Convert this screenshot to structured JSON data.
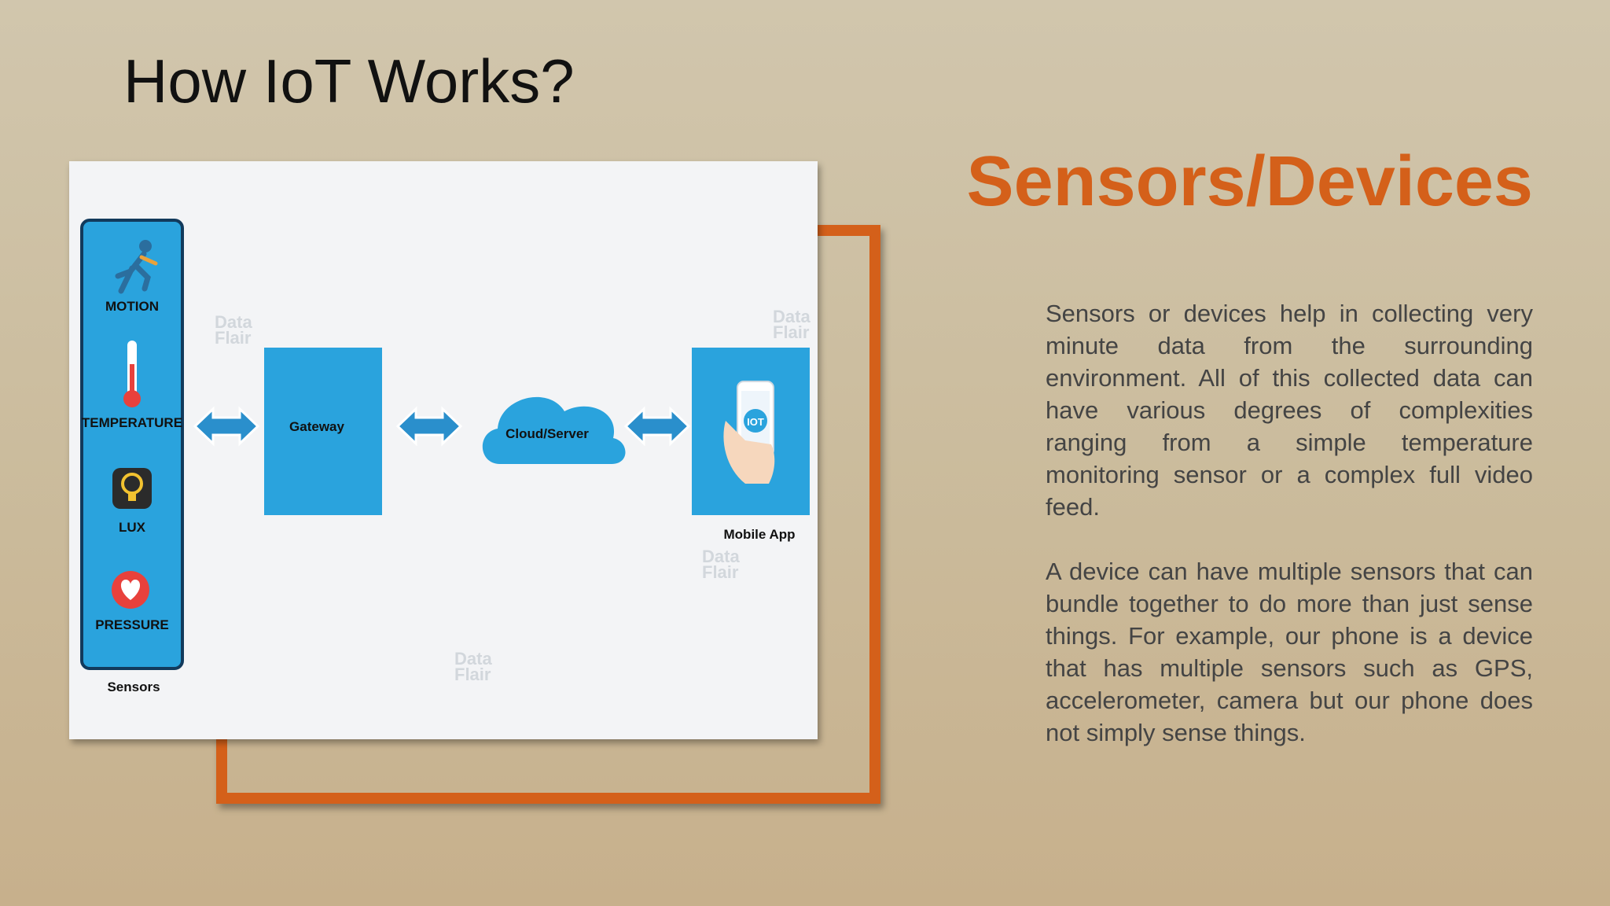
{
  "slide": {
    "title": "How IoT Works?",
    "section_heading": "Sensors/Devices",
    "paragraphs": [
      "Sensors or devices help in collecting very minute data from the surrounding environment. All of this collected data can have various degrees of complexities ranging from a simple temperature monitoring sensor or a complex full video feed.",
      "A device can have multiple sensors that can bundle together to do more than just sense things. For example, our phone is a device that has multiple sensors such as GPS, accelerometer, camera but our phone does not simply sense things."
    ]
  },
  "diagram": {
    "sensors": [
      "MOTION",
      "TEMPERATURE",
      "LUX",
      "PRESSURE"
    ],
    "sensors_caption": "Sensors",
    "gateway_label": "Gateway",
    "cloud_label": "Cloud/Server",
    "phone_badge": "IOT",
    "mobile_caption": "Mobile App",
    "watermark": [
      "Data",
      "Flair"
    ]
  },
  "colors": {
    "accent_orange": "#d4601a",
    "diagram_blue": "#2aa3dd",
    "text_gray": "#444444"
  }
}
